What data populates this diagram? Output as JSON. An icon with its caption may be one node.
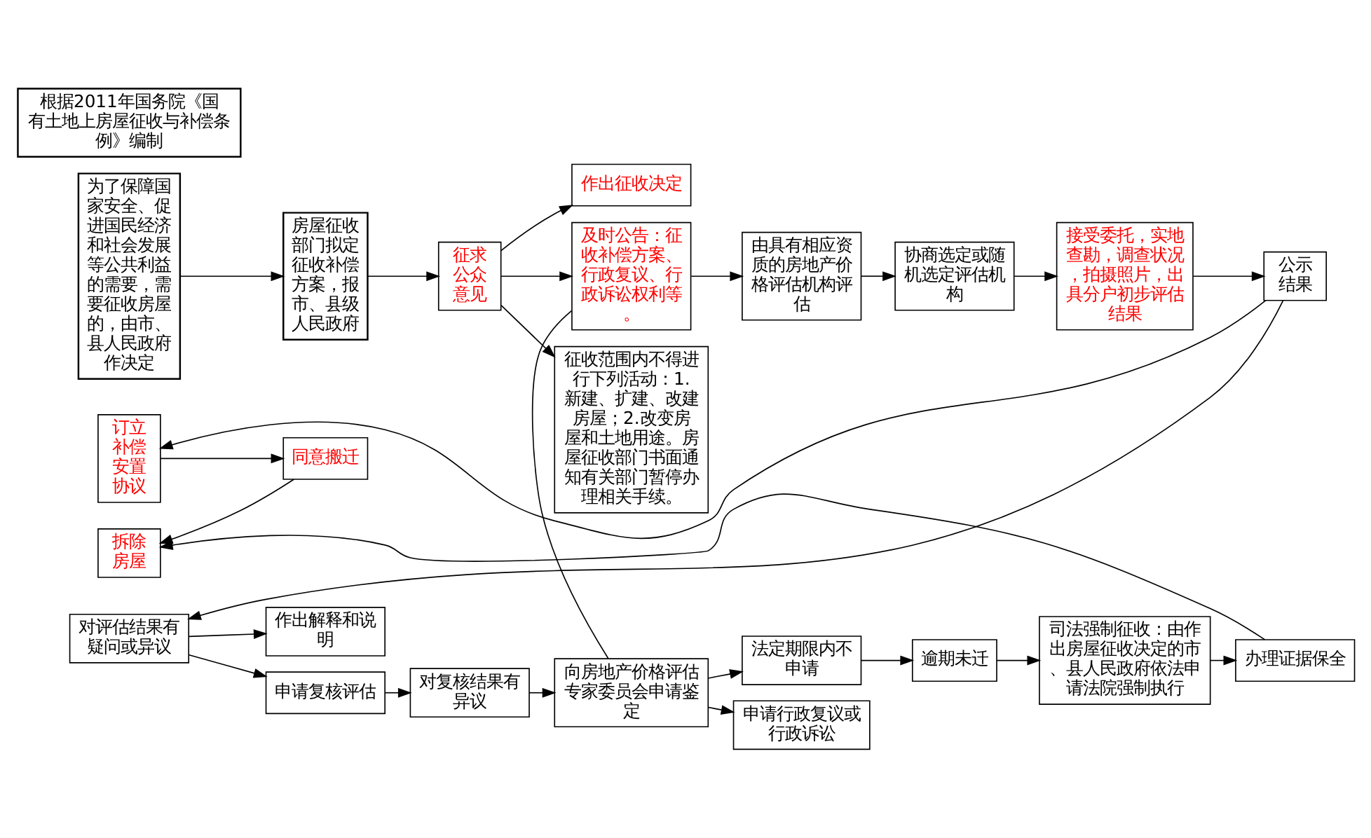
{
  "diagram": {
    "nodes": [
      {
        "text": [
          "为了保障国家安全、促进国民经济和社会发展等公共利益的需要，需要征收房屋的，由市、县人民政府作决定"
        ]
      },
      {
        "text": [
          "房屋征收部门拟定征收补偿方案，报市、县级人民政府"
        ]
      },
      {
        "text": [
          "征求公众意见"
        ]
      },
      {
        "text": [
          "作出征收决定"
        ]
      },
      {
        "text": [
          "及时公告：征收补偿方案、行政复议、行政诉讼权利等。"
        ]
      },
      {
        "text": [
          "征收范围内不得进行下列活动：1.新建、扩建、改建房屋；2.改变房屋和土地用途。房屋征收部门书面通知有关部门暂停办理相关手续。"
        ]
      },
      {
        "text": [
          "由具有相应资质的房地产价格评估机构评估"
        ]
      },
      {
        "text": [
          "协商选定或随机选定评估机构"
        ]
      },
      {
        "text": [
          "接受委托，实地查勘，调查状况，拍摄照片，出具分户初步评估结果"
        ]
      },
      {
        "text": [
          "公示结果"
        ]
      },
      {
        "text": [
          "订立补偿安置协议"
        ]
      },
      {
        "text": [
          "拆除房屋"
        ]
      },
      {
        "text": [
          "对评估结果有疑问或异议"
        ]
      },
      {
        "text": [
          "作出解释和说明"
        ]
      },
      {
        "text": [
          "同意搬迁"
        ]
      },
      {
        "text": [
          "申请复核评估"
        ]
      },
      {
        "text": [
          "对复核结果有异议"
        ]
      },
      {
        "text": [
          "向房地产价格评估专家委员会申请鉴定"
        ]
      },
      {
        "text": [
          "逾期未迁"
        ]
      },
      {
        "text": [
          "法定期限内不申请"
        ]
      },
      {
        "text": [
          "申请行政复议或行政诉讼"
        ]
      },
      {
        "text": [
          "司法强制征收：由作出房屋征收决定的市、县人民政府依法申请法院强制执行"
        ]
      },
      {
        "text": [
          "办理证据保全"
        ]
      },
      {
        "text": [
          "根据2011年国务院《国有土地上房屋征收与补偿条例》编制"
        ]
      }
    ],
    "edges": [
      {
        "from": 0,
        "to": 1,
        "arrow": "to"
      },
      {
        "from": 1,
        "to": 2,
        "arrow": "to"
      },
      {
        "from": 2,
        "to": 3,
        "arrow": "to"
      },
      {
        "from": 2,
        "to": 4,
        "arrow": "to"
      },
      {
        "from": 2,
        "to": 5,
        "arrow": "to"
      },
      {
        "from": 4,
        "to": 6,
        "arrow": "to"
      },
      {
        "from": 4,
        "to": 17,
        "arrow": "none"
      },
      {
        "from": 6,
        "to": 7,
        "arrow": "to"
      },
      {
        "from": 7,
        "to": 8,
        "arrow": "to"
      },
      {
        "from": 8,
        "to": 9,
        "arrow": "to"
      },
      {
        "from": 9,
        "to": 10,
        "arrow": "to"
      },
      {
        "from": 9,
        "to": 12,
        "arrow": "to"
      },
      {
        "from": 10,
        "to": 14,
        "arrow": "to"
      },
      {
        "from": 14,
        "to": 11,
        "arrow": "to"
      },
      {
        "from": 12,
        "to": 13,
        "arrow": "to"
      },
      {
        "from": 12,
        "to": 15,
        "arrow": "to"
      },
      {
        "from": 15,
        "to": 16,
        "arrow": "to"
      },
      {
        "from": 16,
        "to": 17,
        "arrow": "to"
      },
      {
        "from": 17,
        "to": 19,
        "arrow": "to"
      },
      {
        "from": 17,
        "to": 20,
        "arrow": "to"
      },
      {
        "from": 19,
        "to": 18,
        "arrow": "to"
      },
      {
        "from": 18,
        "to": 21,
        "arrow": "to"
      },
      {
        "from": 21,
        "to": 22,
        "arrow": "to"
      },
      {
        "from": 22,
        "to": 11,
        "arrow": "to"
      }
    ]
  }
}
